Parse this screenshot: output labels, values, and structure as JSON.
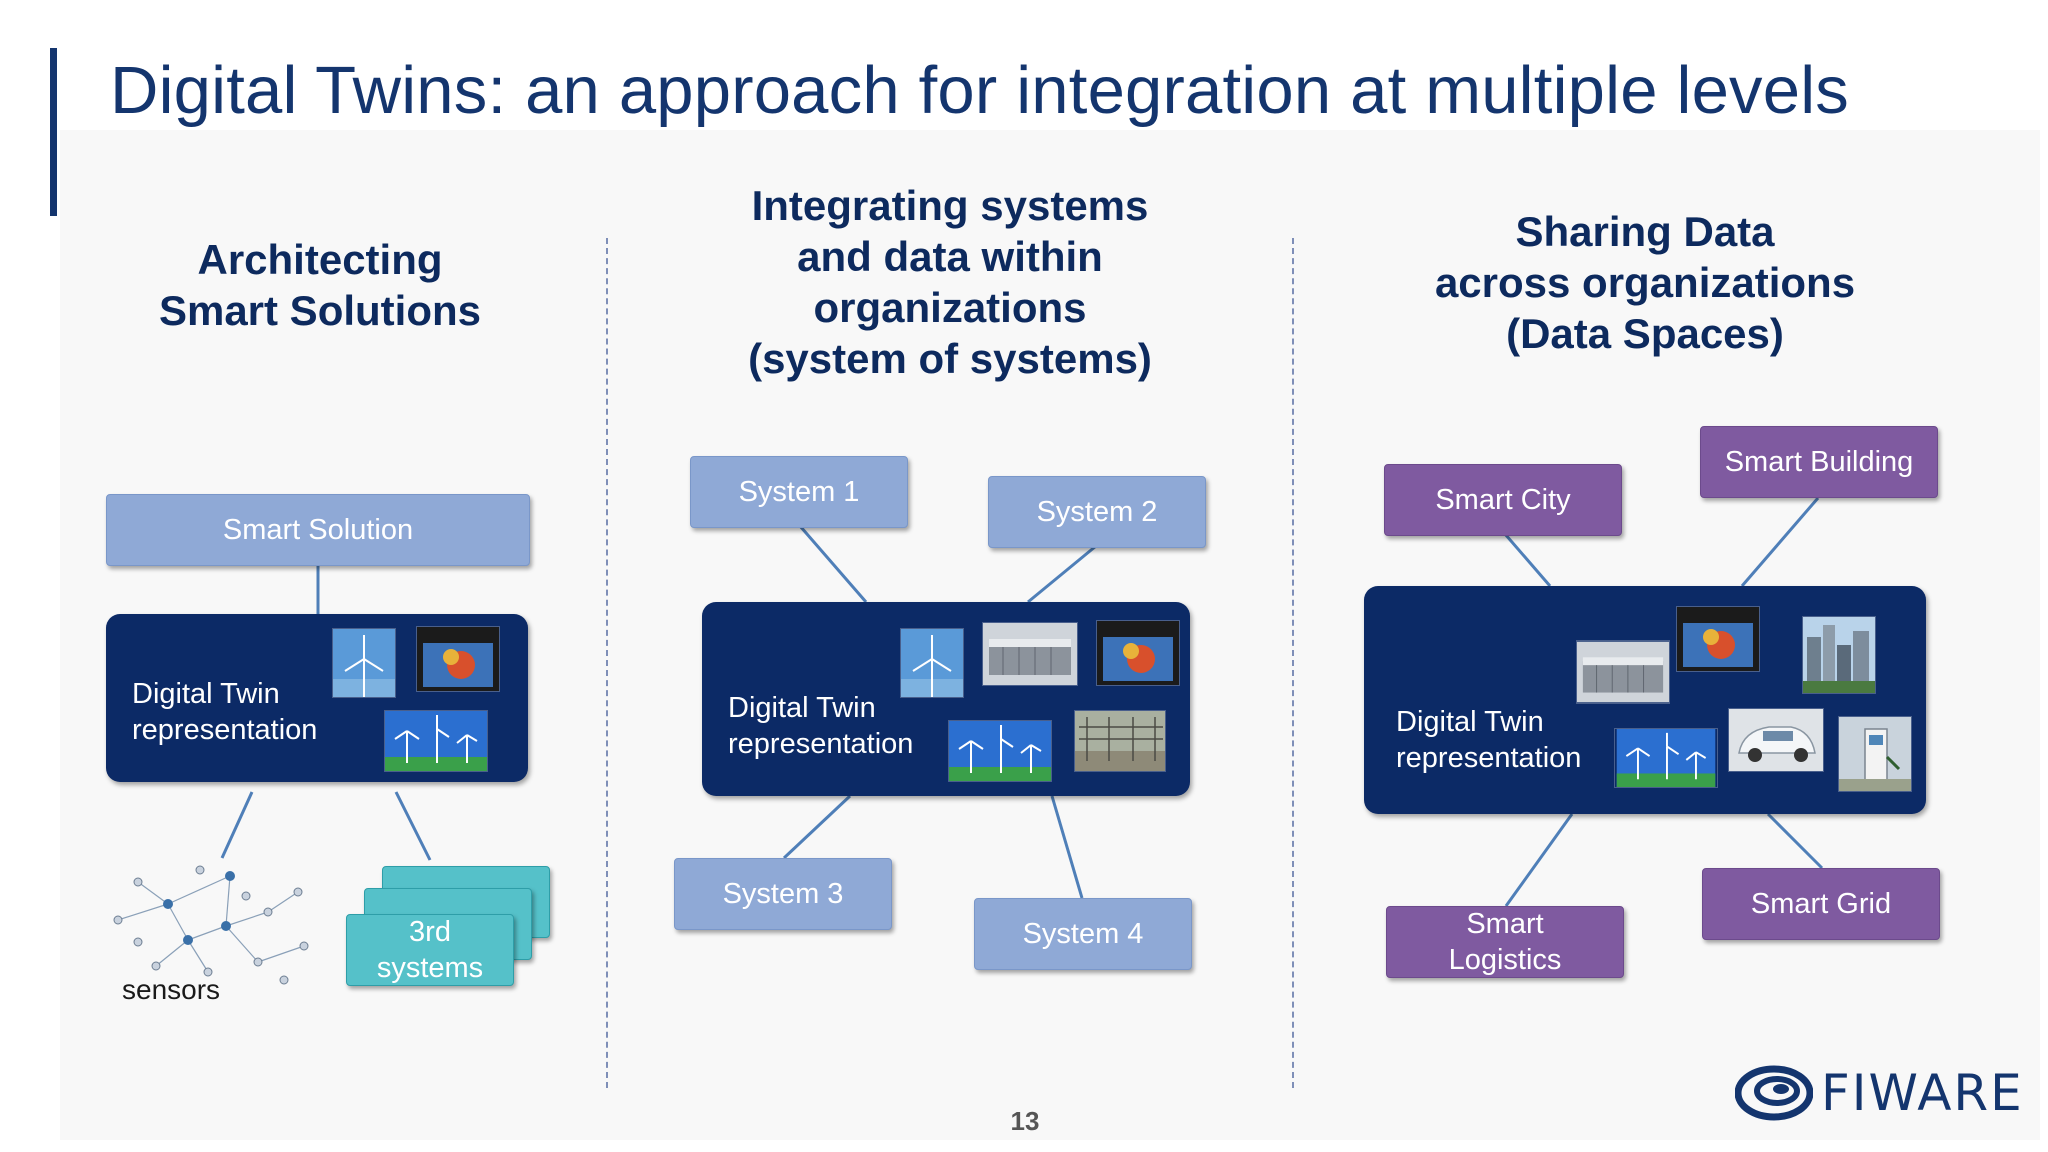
{
  "slide": {
    "title": "Digital Twins: an approach for integration at multiple levels",
    "page_number": "13"
  },
  "columns": [
    {
      "heading_lines": [
        "Architecting",
        "Smart Solutions"
      ]
    },
    {
      "heading_lines": [
        "Integrating systems",
        "and data within",
        "organizations",
        "(system of systems)"
      ]
    },
    {
      "heading_lines": [
        "Sharing Data",
        "across organizations",
        "(Data Spaces)"
      ]
    }
  ],
  "left": {
    "smart_solution": "Smart Solution",
    "dt_line1": "Digital Twin",
    "dt_line2": "representation",
    "third_line1": "3rd",
    "third_line2": "systems",
    "sensors": "sensors"
  },
  "middle": {
    "system1": "System 1",
    "system2": "System 2",
    "system3": "System 3",
    "system4": "System 4",
    "dt_line1": "Digital Twin",
    "dt_line2": "representation"
  },
  "right": {
    "smart_city": "Smart City",
    "smart_building": "Smart Building",
    "smart_logistics_line1": "Smart",
    "smart_logistics_line2": "Logistics",
    "smart_grid": "Smart Grid",
    "dt_line1": "Digital Twin",
    "dt_line2": "representation"
  },
  "logo": {
    "text": "FIWARE"
  },
  "colors": {
    "title": "#14356e",
    "panel": "#0c2a66",
    "system_box": "#8fa9d6",
    "org_box": "#7f5aa0",
    "third_box": "#55c1c9",
    "connector": "#4f7fb8"
  },
  "icons": [
    "wind-turbine-image",
    "weather-map-image",
    "wind-farm-image",
    "data-center-image",
    "substation-image",
    "city-skyline-image",
    "electric-car-image",
    "charging-station-image",
    "sensor-network-icon",
    "fiware-logo-icon"
  ]
}
